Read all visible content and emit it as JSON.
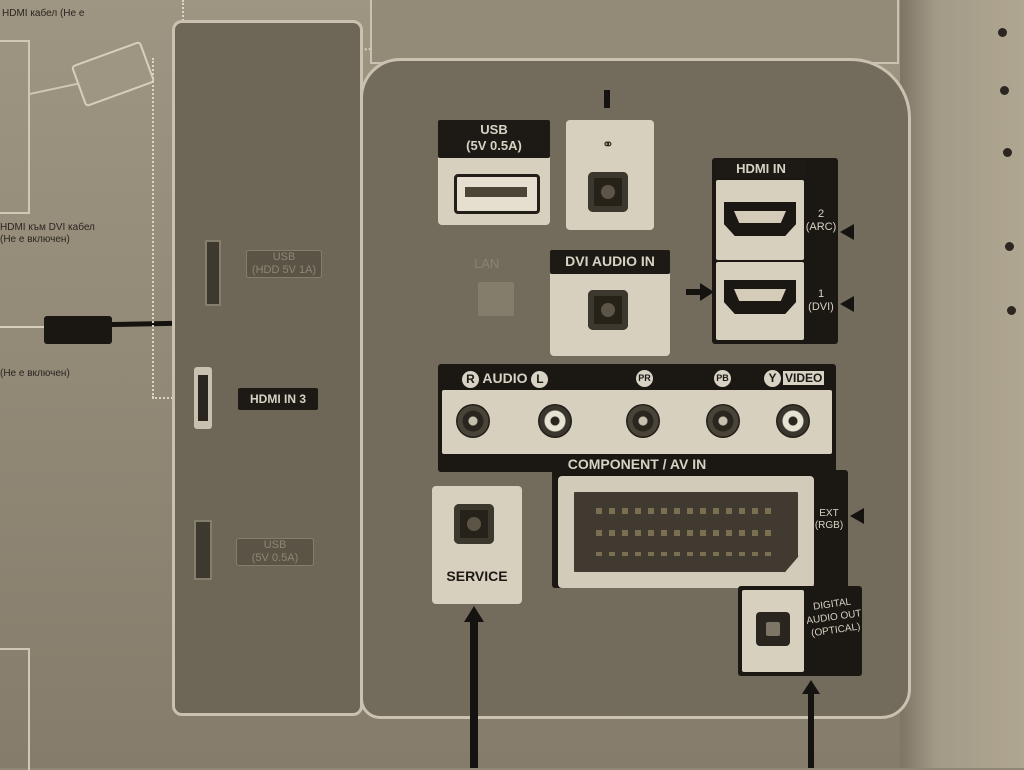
{
  "left_notes": {
    "top_cable": "HDMI кабел (Не е",
    "dvi_cable_line1": "HDMI към DVI кабел",
    "dvi_cable_line2": "(Не е включен)",
    "bottom_note": "(Не е включен)"
  },
  "side_panel": {
    "usb_hdd_line1": "USB",
    "usb_hdd_line2": "(HDD 5V 1A)",
    "hdmi3": "HDMI IN 3",
    "usb_bottom_line1": "USB",
    "usb_bottom_line2": "(5V 0.5A)"
  },
  "main_panel": {
    "usb_label_line1": "USB",
    "usb_label_line2": "(5V 0.5A)",
    "lan": "LAN",
    "dvi_audio": "DVI AUDIO IN",
    "hdmi_in": "HDMI IN",
    "hdmi2_line1": "2",
    "hdmi2_line2": "(ARC)",
    "hdmi1_line1": "1",
    "hdmi1_line2": "(DVI)",
    "audio": "AUDIO",
    "audio_r": "R",
    "audio_l": "L",
    "pr": "PR",
    "pb": "PB",
    "y": "Y",
    "video": "VIDEO",
    "component": "COMPONENT / AV IN",
    "ext_line1": "EXT",
    "ext_line2": "(RGB)",
    "service": "SERVICE",
    "digital_line1": "DIGITAL",
    "digital_line2": "AUDIO OUT",
    "digital_line3": "(OPTICAL)"
  },
  "icons": [
    "headphone-icon",
    "usb-symbol-icon"
  ]
}
